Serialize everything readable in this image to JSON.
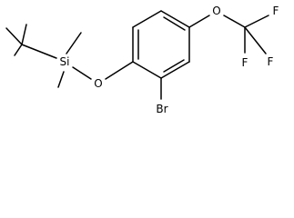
{
  "molecule": {
    "atoms": {
      "si": "Si",
      "o_silyl": "O",
      "br": "Br",
      "o_ether": "O",
      "f1": "F",
      "f2": "F",
      "f3": "F"
    }
  },
  "colors": {
    "bond": "#000000",
    "label": "#000000",
    "background": "#ffffff"
  }
}
